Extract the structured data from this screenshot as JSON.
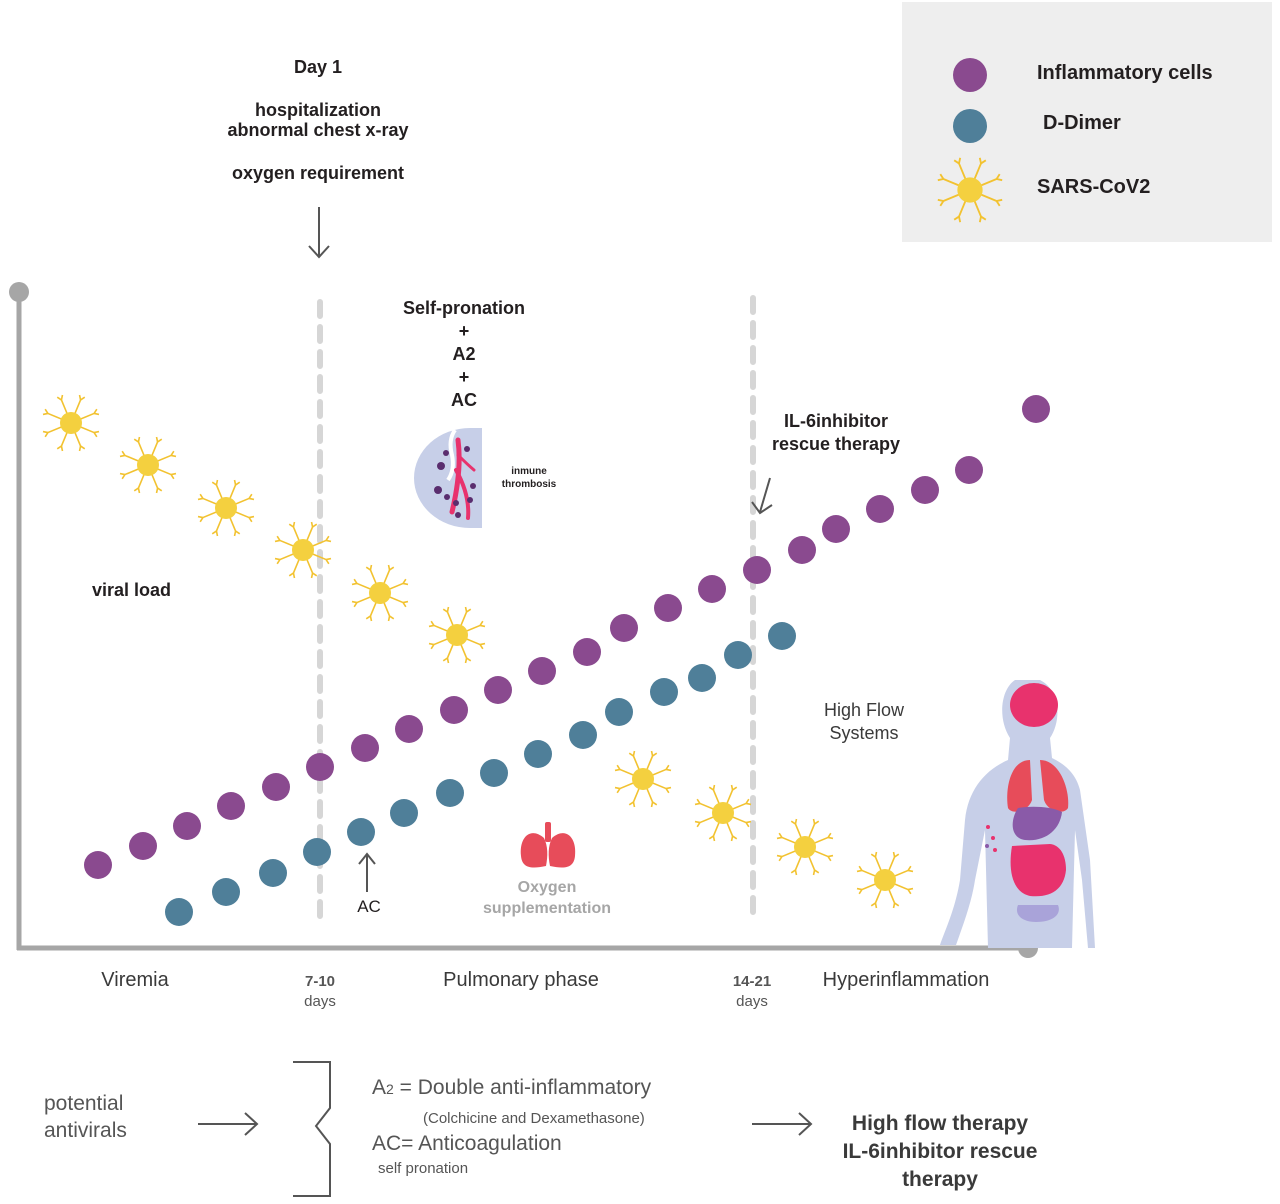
{
  "colors": {
    "inflammatory": "#8a4a8f",
    "ddimer": "#4f7f99",
    "virus": "#f4d03f",
    "virus_spikes": "#f2c230",
    "axis": "#a6a6a6",
    "panel": "#eeeeee",
    "lung": "#e74c5a",
    "thrombus_bg": "#c7cfe8",
    "thrombus_vessel": "#e8326d",
    "thrombus_dots": "#5a2d6e"
  },
  "legend": {
    "inflammatory": "Inflammatory cells",
    "ddimer": "D-Dimer",
    "virus": "SARS-CoV2"
  },
  "day1": {
    "title": "Day 1",
    "line1": "hospitalization",
    "line2": "abnormal chest x-ray",
    "line3": "oxygen requirement"
  },
  "treatment": {
    "line1": "Self-pronation",
    "line2": "+",
    "line3": "A2",
    "line4": "+",
    "line5": "AC"
  },
  "thrombosis": {
    "line1": "inmune",
    "line2": "thrombosis"
  },
  "il6": {
    "line1": "IL-6inhibitor",
    "line2": "rescue therapy"
  },
  "viral_load": "viral load",
  "high_flow": {
    "line1": "High Flow",
    "line2": "Systems"
  },
  "oxygen": {
    "line1": "Oxygen",
    "line2": "supplementation"
  },
  "ac_marker": "AC",
  "phases": {
    "viremia": "Viremia",
    "day7": "7-10",
    "day7_unit": "days",
    "pulmonary": "Pulmonary phase",
    "day14": "14-21",
    "day14_unit": "days",
    "hyper": "Hyperinflammation"
  },
  "bottom": {
    "antivirals1": "potential",
    "antivirals2": "antivirals",
    "a2_prefix": "A",
    "a2_sub": "2",
    "a2_text": " = Double anti-inflammatory",
    "a2_detail": "(Colchicine and Dexamethasone)",
    "ac_text": "AC= Anticoagulation",
    "ac_detail": "self pronation",
    "hf1": "High flow therapy",
    "hf2": "IL-6inhibitor rescue",
    "hf3": "therapy"
  }
}
